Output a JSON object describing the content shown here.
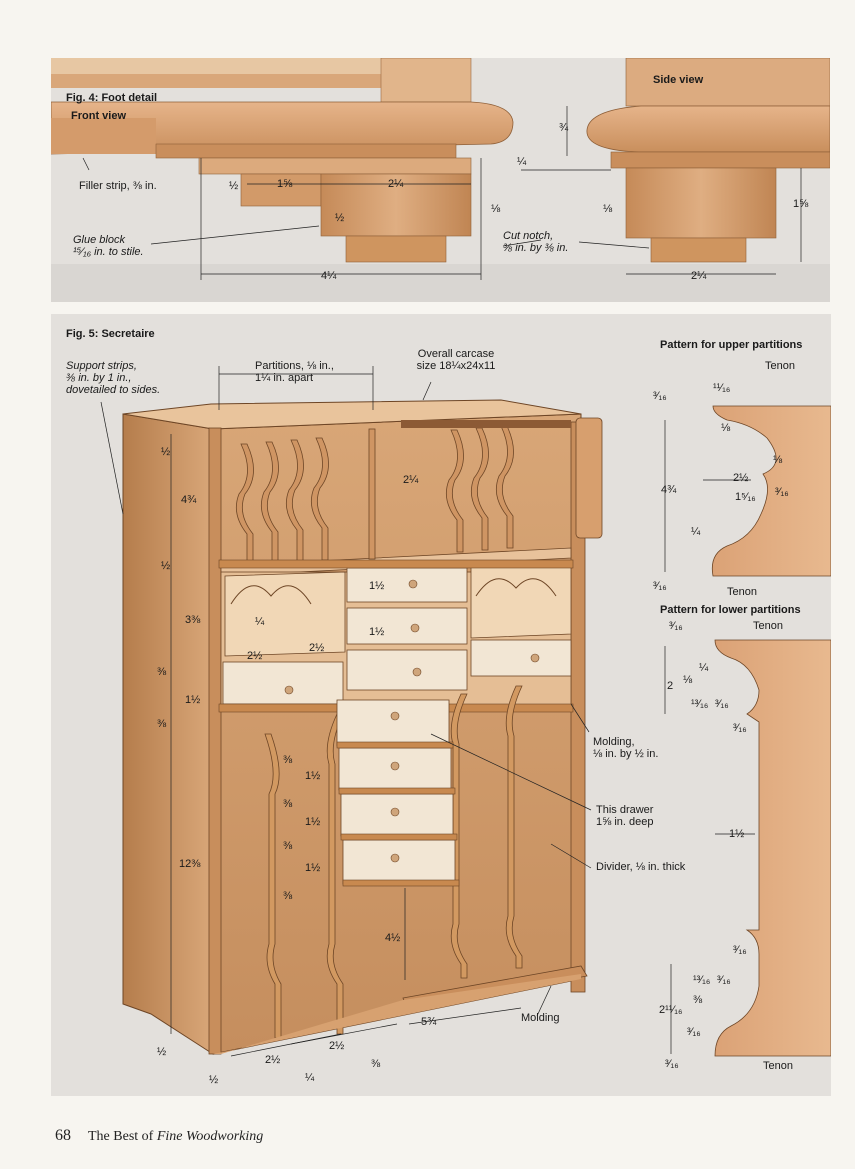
{
  "fig4": {
    "title": "Fig. 4: Foot detail",
    "front_view": "Front view",
    "side_view": "Side view",
    "filler_strip": "Filler strip, ⅜ in.",
    "glue_block_1": "Glue block",
    "glue_block_2": "¹⁵⁄₁₆ in. to stile.",
    "cut_notch_1": "Cut notch,",
    "cut_notch_2": "⅜ in. by ⅜ in.",
    "dims": {
      "half_a": "½",
      "one_five_eighths": "1⅝",
      "two_quarter_front": "2¼",
      "half_b": "½",
      "eighth_front": "⅛",
      "four_quarter": "4¼",
      "three_quarter": "¾",
      "quarter": "¼",
      "eighth_side": "⅛",
      "one_five_eighths_side": "1⅝",
      "two_quarter_side": "2¼"
    }
  },
  "fig5": {
    "title": "Fig. 5: Secretaire",
    "support_1": "Support strips,",
    "support_2": "⅜ in. by 1 in.,",
    "support_3": "dovetailed to sides.",
    "partitions_1": "Partitions, ⅛ in.,",
    "partitions_2": "1¼ in. apart",
    "overall_1": "Overall carcase",
    "overall_2": "size 18¼x24x11",
    "molding_1": "Molding,",
    "molding_2": "⅛ in. by ½ in.",
    "drawer_1": "This drawer",
    "drawer_2": "1⅝ in. deep",
    "divider": "Divider, ⅛ in. thick",
    "molding_bottom": "Molding",
    "dims": {
      "d_half_1": "½",
      "d_4_3q": "4¾",
      "d_half_2": "½",
      "d_3_3e": "3⅜",
      "d_3e_1": "⅜",
      "d_1h_1": "1½",
      "d_3e_2": "⅜",
      "d_12_3e": "12⅜",
      "d_2q_mid": "2¼",
      "d_1h_dr1": "1½",
      "d_1h_dr2": "1½",
      "d_quarter_cell": "¼",
      "d_2h_cell_l": "2½",
      "d_2h_cell_r": "2½",
      "d_3e_a": "⅜",
      "d_1h_a": "1½",
      "d_3e_b": "⅜",
      "d_1h_b": "1½",
      "d_3e_c": "⅜",
      "d_1h_c": "1½",
      "d_3e_d": "⅜",
      "d_4h": "4½",
      "d_5_3q": "5¾",
      "d_2h_bot1": "2½",
      "d_2h_bot2": "2½",
      "d_3e_bot": "⅜",
      "d_half_bot": "½",
      "d_half_bot2": "½",
      "d_quarter_bot": "¼"
    },
    "upper_pattern": {
      "title": "Pattern for upper partitions",
      "tenon_top": "Tenon",
      "tenon_bottom": "Tenon",
      "d_11_16": "¹¹⁄₁₆",
      "d_3_16_a": "³⁄₁₆",
      "d_1_8_a": "⅛",
      "d_1_8_b": "⅛",
      "d_4_3q": "4¾",
      "d_2h": "2½",
      "d_1_5_16": "1⁵⁄₁₆",
      "d_3_16_b": "³⁄₁₆",
      "d_1_4": "¼",
      "d_3_16_c": "³⁄₁₆"
    },
    "lower_pattern": {
      "title": "Pattern for lower partitions",
      "tenon_top": "Tenon",
      "tenon_bottom": "Tenon",
      "d_3_16_a": "³⁄₁₆",
      "d_1_4": "¼",
      "d_2": "2",
      "d_1_8": "⅛",
      "d_13_16_a": "¹³⁄₁₆",
      "d_3_16_b": "³⁄₁₆",
      "d_3_16_c": "³⁄₁₆",
      "d_1h": "1½",
      "d_3_16_d": "³⁄₁₆",
      "d_13_16_b": "¹³⁄₁₆",
      "d_3_16_e": "³⁄₁₆",
      "d_3_8": "⅜",
      "d_2_11_16": "2¹¹⁄₁₆",
      "d_3_16_f": "³⁄₁₆",
      "d_3_16_g": "³⁄₁₆"
    }
  },
  "footer": {
    "page_number": "68",
    "title_prefix": "The Best of ",
    "title_italic": "Fine Woodworking"
  },
  "colors": {
    "wood": "#d9a779",
    "wood_dark": "#b98352",
    "wood_light": "#f0d2ad",
    "drawer_front": "#efe3d0",
    "panel_bg": "#e3e0dc"
  }
}
